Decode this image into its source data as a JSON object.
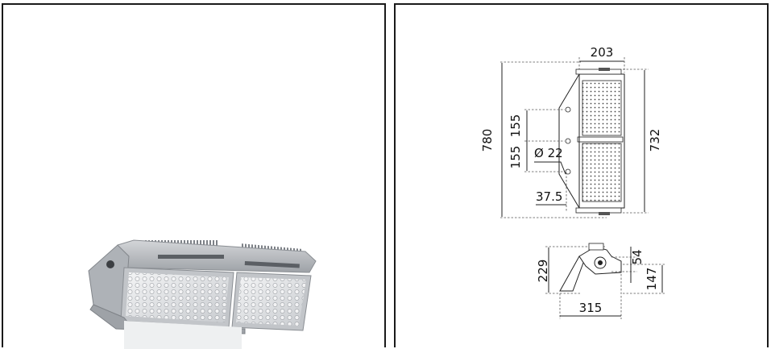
{
  "product_image": {
    "alt": ""
  },
  "dimensions": {
    "front": {
      "width_top": "203",
      "height_total": "780",
      "height_body": "732",
      "spacing_upper": "155",
      "spacing_lower": "155",
      "hole_diameter": "Ø 22",
      "offset": "37.5"
    },
    "side": {
      "height": "229",
      "bracket_height": "54",
      "base_height": "147",
      "depth": "315"
    }
  },
  "colors": {
    "line": "#222222",
    "dimension_line": "#555555",
    "housing": "#b9bcc0",
    "lens": "#e8eaec"
  }
}
